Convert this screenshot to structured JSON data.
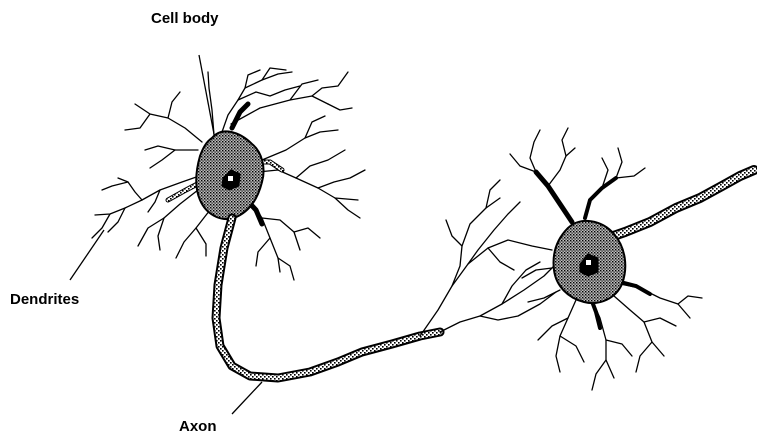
{
  "labels": {
    "cell_body": "Cell body",
    "dendrites": "Dendrites",
    "axon": "Axon"
  },
  "colors": {
    "ink": "#000000",
    "stipple": "#8a8a8a",
    "background": "#ffffff"
  }
}
